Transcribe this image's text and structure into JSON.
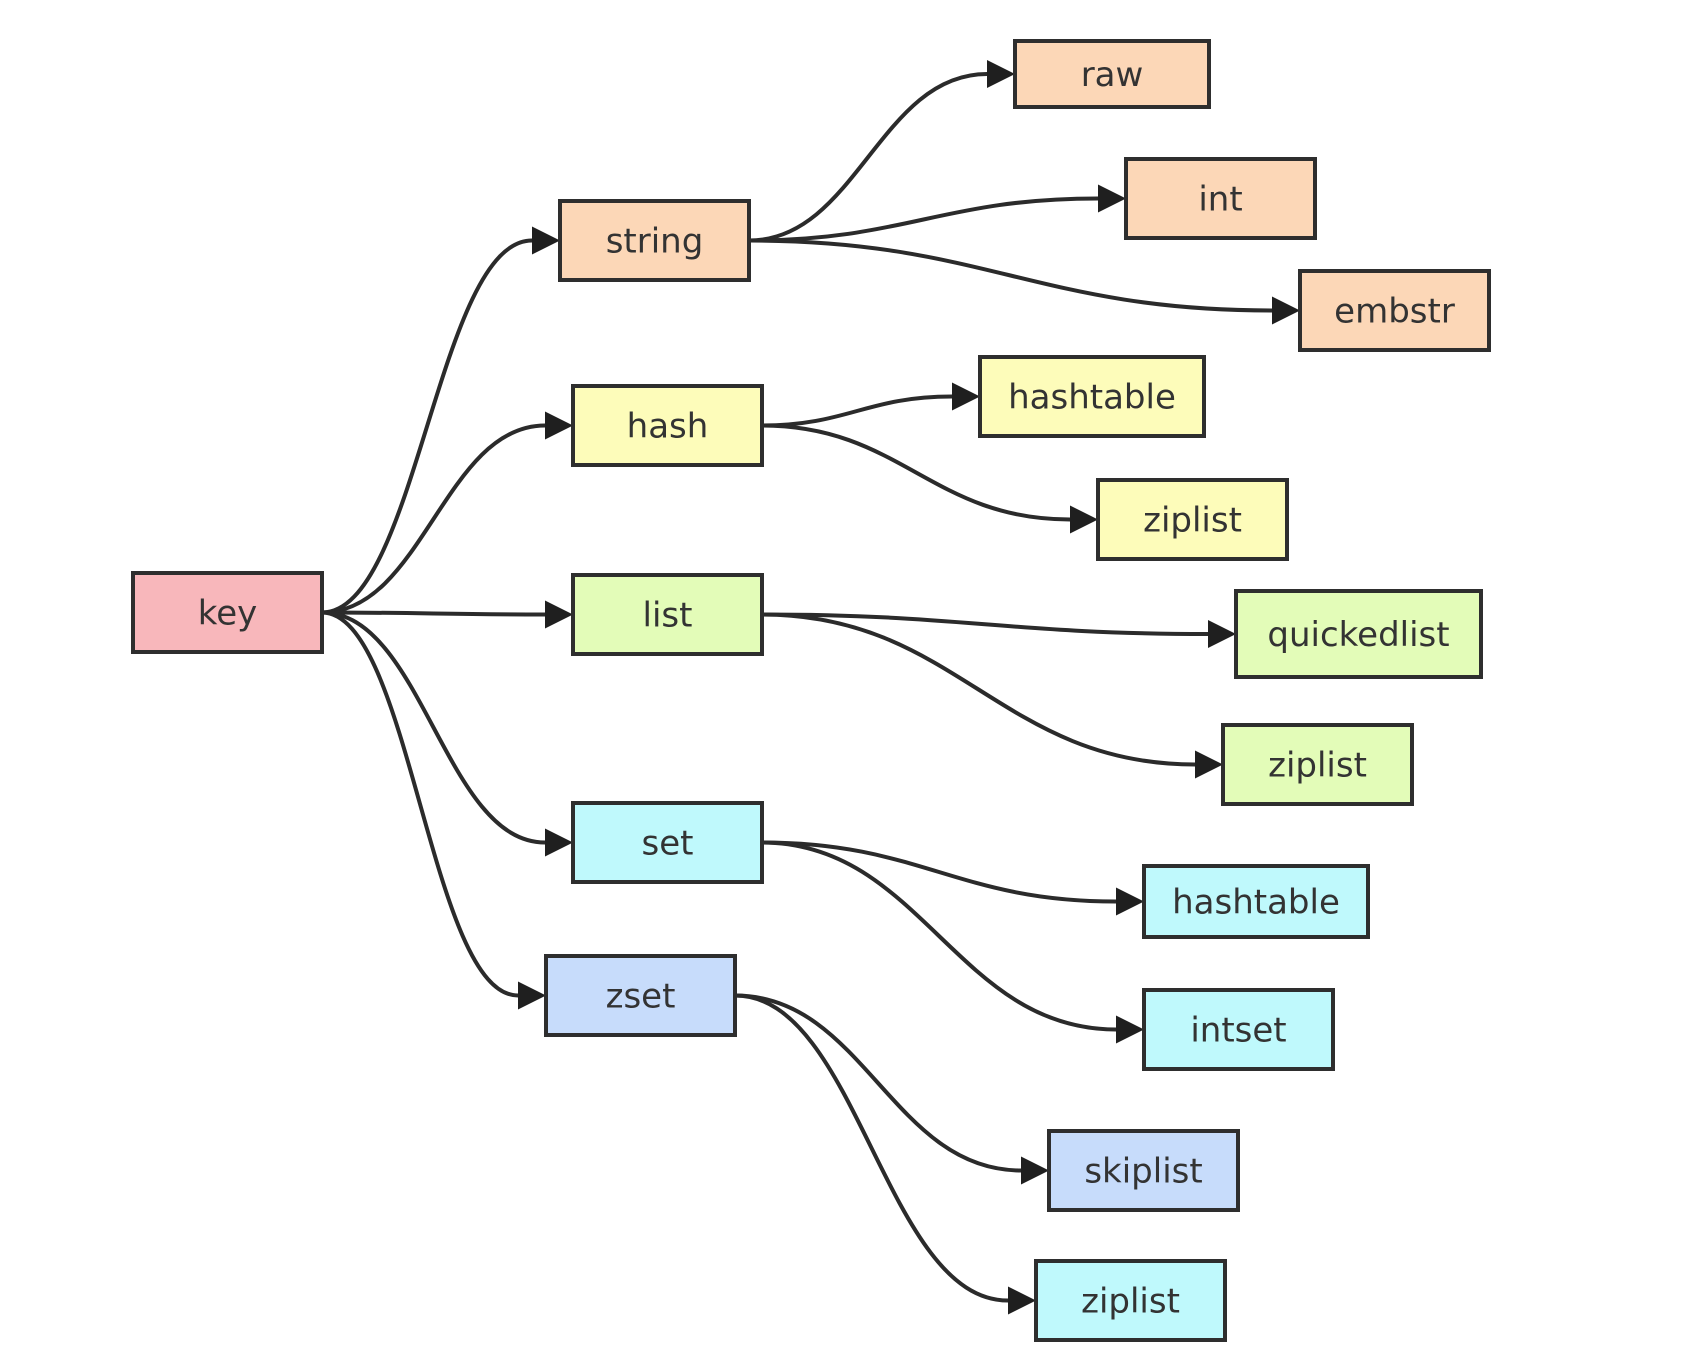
{
  "colors": {
    "key": "#f8b7bb",
    "string": "#fcd7b7",
    "hash": "#fdfcba",
    "list": "#e3fcb8",
    "set": "#bff9fc",
    "zset": "#c7dcfb",
    "line": "#2b2b2b"
  },
  "nodes": [
    {
      "id": "key",
      "label": "key",
      "color": "key"
    },
    {
      "id": "string",
      "label": "string",
      "color": "string"
    },
    {
      "id": "hash",
      "label": "hash",
      "color": "hash"
    },
    {
      "id": "list",
      "label": "list",
      "color": "list"
    },
    {
      "id": "set",
      "label": "set",
      "color": "set"
    },
    {
      "id": "zset",
      "label": "zset",
      "color": "zset"
    },
    {
      "id": "raw",
      "label": "raw",
      "color": "string"
    },
    {
      "id": "int",
      "label": "int",
      "color": "string"
    },
    {
      "id": "embstr",
      "label": "embstr",
      "color": "string"
    },
    {
      "id": "hash-hashtable",
      "label": "hashtable",
      "color": "hash"
    },
    {
      "id": "hash-ziplist",
      "label": "ziplist",
      "color": "hash"
    },
    {
      "id": "list-quickedlist",
      "label": "quickedlist",
      "color": "list"
    },
    {
      "id": "list-ziplist",
      "label": "ziplist",
      "color": "list"
    },
    {
      "id": "set-hashtable",
      "label": "hashtable",
      "color": "set"
    },
    {
      "id": "set-intset",
      "label": "intset",
      "color": "set"
    },
    {
      "id": "zset-skiplist",
      "label": "skiplist",
      "color": "zset"
    },
    {
      "id": "zset-ziplist",
      "label": "ziplist",
      "color": "set"
    }
  ],
  "edges": [
    {
      "from": "key",
      "to": "string"
    },
    {
      "from": "key",
      "to": "hash"
    },
    {
      "from": "key",
      "to": "list"
    },
    {
      "from": "key",
      "to": "set"
    },
    {
      "from": "key",
      "to": "zset"
    },
    {
      "from": "string",
      "to": "raw"
    },
    {
      "from": "string",
      "to": "int"
    },
    {
      "from": "string",
      "to": "embstr"
    },
    {
      "from": "hash",
      "to": "hash-hashtable"
    },
    {
      "from": "hash",
      "to": "hash-ziplist"
    },
    {
      "from": "list",
      "to": "list-quickedlist"
    },
    {
      "from": "list",
      "to": "list-ziplist"
    },
    {
      "from": "set",
      "to": "set-hashtable"
    },
    {
      "from": "set",
      "to": "set-intset"
    },
    {
      "from": "zset",
      "to": "zset-skiplist"
    },
    {
      "from": "zset",
      "to": "zset-ziplist"
    }
  ]
}
